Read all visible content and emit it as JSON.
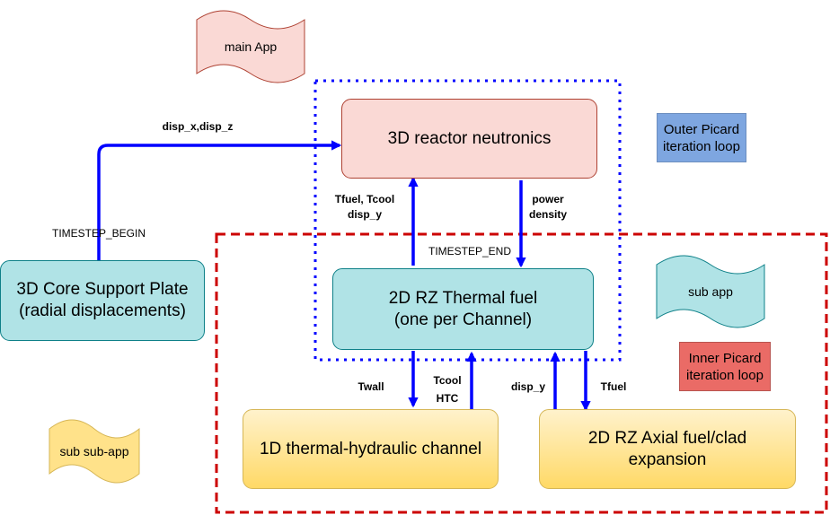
{
  "nodes": {
    "neutronics": "3D reactor neutronics",
    "thermal_fuel": "2D RZ Thermal fuel\n(one per Channel)",
    "core_support": "3D Core Support Plate\n(radial displacements)",
    "th_channel": "1D thermal-hydraulic channel",
    "axial_expansion": "2D RZ Axial fuel/clad\nexpansion"
  },
  "legend": {
    "main_app": "main App",
    "sub_app": "sub app",
    "sub_sub_app": "sub sub-app",
    "outer_picard": "Outer Picard\niteration loop",
    "inner_picard": "Inner Picard\niteration loop"
  },
  "edges": {
    "disp_xz": "disp_x,disp_z",
    "timestep_begin": "TIMESTEP_BEGIN",
    "tfuel_tcool_dispy": "Tfuel, Tcool\ndisp_y",
    "power_density": "power\ndensity",
    "timestep_end": "TIMESTEP_END",
    "twall": "Twall",
    "tcool_htc": "Tcool\nHTC",
    "disp_y": "disp_y",
    "tfuel": "Tfuel"
  },
  "colors": {
    "arrow": "#0000ff",
    "outer_loop_border": "#0000ff",
    "inner_loop_border": "#cc0000",
    "main_app_fill": "#fad9d5",
    "sub_app_fill": "#b0e3e6",
    "sub_sub_app_fill": "#ffe28a"
  }
}
